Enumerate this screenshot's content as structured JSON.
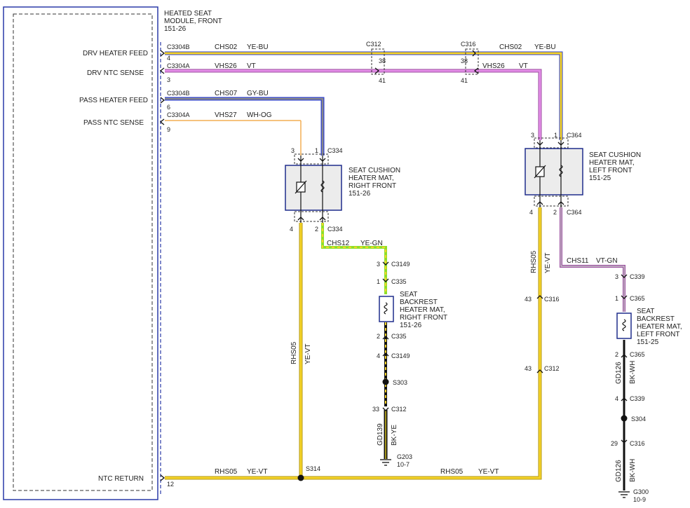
{
  "colors": {
    "yellow": "#f5d327",
    "yellow_dark": "#b39a1a",
    "violet": "#e48ee8",
    "violet_dark": "#9b4fa0",
    "blue": "#2c3fd1",
    "gray": "#8a8a8a",
    "orange": "#f3ae52",
    "green": "#8ee02a",
    "black": "#111111",
    "white_wire": "#cccccc",
    "module_border": "#1f2d8c",
    "module_fill": "#ececec"
  },
  "module": {
    "name_line1": "HEATED SEAT",
    "name_line2": "MODULE, FRONT",
    "page": "151-26",
    "pins": [
      {
        "label": "DRV HEATER FEED",
        "connector": "C3304B",
        "pin": "4"
      },
      {
        "label": "DRV NTC SENSE",
        "connector": "C3304A",
        "pin": "3"
      },
      {
        "label": "PASS HEATER FEED",
        "connector": "C3304B",
        "pin": "6"
      },
      {
        "label": "PASS NTC SENSE",
        "connector": "C3304A",
        "pin": "9"
      },
      {
        "label": "NTC RETURN",
        "connector": "",
        "pin": "12"
      }
    ]
  },
  "wires": {
    "drv_feed": {
      "circuit": "CHS02",
      "color": "YE-BU"
    },
    "drv_ntc": {
      "circuit": "VHS26",
      "color": "VT"
    },
    "pass_feed": {
      "circuit": "CHS07",
      "color": "GY-BU"
    },
    "pass_ntc": {
      "circuit": "VHS27",
      "color": "WH-OG"
    },
    "return_bottom": {
      "circuit": "RHS05",
      "color": "YE-VT"
    },
    "return_right": {
      "circuit": "RHS05",
      "color": "YE-VT"
    },
    "return_rhs_left": {
      "circuit": "RHS05",
      "color": "YE-VT"
    },
    "return_rhs_right": {
      "circuit": "RHS05",
      "color": "YE-VT"
    },
    "pass_back": {
      "circuit": "CHS12",
      "color": "YE-GN"
    },
    "drv_back": {
      "circuit": "CHS11",
      "color": "VT-GN"
    },
    "gnd_pass": {
      "circuit": "GD139",
      "color": "BK-YE"
    },
    "gnd_drv1": {
      "circuit": "GD126",
      "color": "BK-WH"
    },
    "gnd_drv2": {
      "circuit": "GD126",
      "color": "BK-WH"
    }
  },
  "connectors": {
    "c312": "C312",
    "c316": "C316",
    "c334": "C334",
    "c364": "C364",
    "c3149": "C3149",
    "c335": "C335",
    "c339": "C339",
    "c365": "C365",
    "pin38": "38",
    "pin41": "41",
    "pin43": "43",
    "pin33": "33",
    "pin29": "29",
    "p1": "1",
    "p2": "2",
    "p3": "3",
    "p4": "4"
  },
  "splices": {
    "s314": "S314",
    "s303": "S303",
    "s304": "S304"
  },
  "grounds": {
    "g203": "G203",
    "g203_page": "10-7",
    "g300": "G300",
    "g300_page": "10-9"
  },
  "components": {
    "cushion_right": {
      "l1": "SEAT CUSHION",
      "l2": "HEATER MAT,",
      "l3": "RIGHT FRONT",
      "page": "151-26"
    },
    "cushion_left": {
      "l1": "SEAT CUSHION",
      "l2": "HEATER MAT,",
      "l3": "LEFT FRONT",
      "page": "151-25"
    },
    "back_right": {
      "l1": "SEAT",
      "l2": "BACKREST",
      "l3": "HEATER MAT,",
      "l4": "RIGHT FRONT",
      "page": "151-26"
    },
    "back_left": {
      "l1": "SEAT",
      "l2": "BACKREST",
      "l3": "HEATER MAT,",
      "l4": "LEFT FRONT",
      "page": "151-25"
    }
  }
}
